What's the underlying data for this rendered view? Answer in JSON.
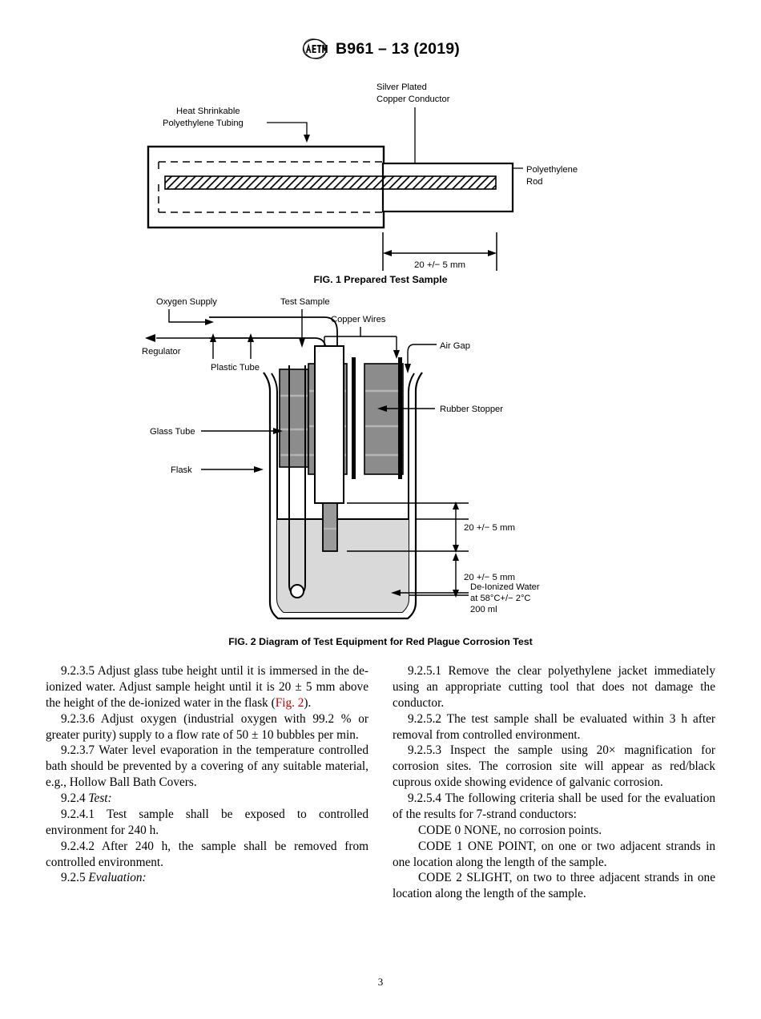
{
  "header": {
    "logo_icon": "astm-logo-icon",
    "title": "B961 – 13 (2019)"
  },
  "figure1": {
    "caption": "FIG. 1 Prepared Test Sample",
    "labels": {
      "tubing_line1": "Heat Shrinkable",
      "tubing_line2": "Polyethylene Tubing",
      "conductor_line1": "Silver Plated",
      "conductor_line2": "Copper Conductor",
      "rod_line1": "Polyethylene",
      "rod_line2": "Rod"
    },
    "dimension": "20 +/− 5 mm"
  },
  "figure2": {
    "caption": "FIG. 2 Diagram of Test Equipment for Red Plague Corrosion Test",
    "labels": {
      "oxygen_supply": "Oxygen Supply",
      "regulator": "Regulator",
      "plastic_tube": "Plastic Tube",
      "test_sample": "Test Sample",
      "copper_wires": "Copper Wires",
      "air_gap": "Air Gap",
      "rubber_stopper": "Rubber Stopper",
      "glass_tube": "Glass Tube",
      "flask": "Flask",
      "water_line1": "De-Ionized Water",
      "water_line2": "at 58°C+/− 2°C",
      "water_line3": "200 ml"
    },
    "dimension_upper": "20 +/− 5 mm",
    "dimension_lower": "20 +/− 5 mm"
  },
  "body": {
    "left_column": [
      {
        "id": "p-9-2-3-5",
        "parts": [
          {
            "text": "9.2.3.5  Adjust glass tube height until it is immersed in the de-ionized water. Adjust sample height until it is 20 ± 5 mm above the height of the de-ionized water in the flask ("
          },
          {
            "text": "Fig. 2",
            "style": "xref"
          },
          {
            "text": ")."
          }
        ]
      },
      {
        "id": "p-9-2-3-6",
        "parts": [
          {
            "text": "9.2.3.6  Adjust oxygen (industrial oxygen with 99.2 % or greater purity) supply to a flow rate of 50 ± 10 bubbles per min."
          }
        ]
      },
      {
        "id": "p-9-2-3-7",
        "parts": [
          {
            "text": "9.2.3.7  Water level evaporation in the temperature controlled bath should be prevented by a covering of any suitable material, e.g., Hollow Ball Bath Covers."
          }
        ]
      },
      {
        "id": "p-9-2-4",
        "parts": [
          {
            "text": "9.2.4  "
          },
          {
            "text": "Test:",
            "style": "italic"
          }
        ]
      },
      {
        "id": "p-9-2-4-1",
        "parts": [
          {
            "text": "9.2.4.1  Test sample shall be exposed to controlled environment for 240 h."
          }
        ]
      },
      {
        "id": "p-9-2-4-2",
        "parts": [
          {
            "text": "9.2.4.2  After 240 h, the sample shall be removed from controlled environment."
          }
        ]
      },
      {
        "id": "p-9-2-5",
        "parts": [
          {
            "text": "9.2.5  "
          },
          {
            "text": "Evaluation:",
            "style": "italic"
          }
        ]
      }
    ],
    "right_column": [
      {
        "id": "p-9-2-5-1",
        "parts": [
          {
            "text": "9.2.5.1  Remove the clear polyethylene jacket immediately using an appropriate cutting tool that does not damage the conductor."
          }
        ]
      },
      {
        "id": "p-9-2-5-2",
        "parts": [
          {
            "text": "9.2.5.2  The test sample shall be evaluated within 3 h after removal from controlled environment."
          }
        ]
      },
      {
        "id": "p-9-2-5-3",
        "parts": [
          {
            "text": "9.2.5.3  Inspect the sample using 20× magnification for corrosion sites. The corrosion site will appear as red/black cuprous oxide showing evidence of galvanic corrosion."
          }
        ]
      },
      {
        "id": "p-9-2-5-4",
        "parts": [
          {
            "text": "9.2.5.4  The following criteria shall be used for the evaluation of the results for 7-strand conductors:"
          }
        ]
      },
      {
        "id": "p-code-0",
        "hang": true,
        "parts": [
          {
            "text": "CODE 0 NONE, no corrosion points."
          }
        ]
      },
      {
        "id": "p-code-1",
        "hang": true,
        "parts": [
          {
            "text": "CODE 1 ONE POINT, on one or two adjacent strands in one location along the length of the sample."
          }
        ]
      },
      {
        "id": "p-code-2",
        "hang": true,
        "parts": [
          {
            "text": "CODE 2 SLIGHT, on two to three adjacent strands in one location along the length of the sample."
          }
        ]
      }
    ]
  },
  "footer": {
    "page_number": "3"
  },
  "colors": {
    "stroke": "#000000",
    "stopper_gray": "#8c8c8c",
    "water_gray": "#d9d9d9",
    "sample_gray": "#9a9a9a",
    "xref_red": "#c00000"
  }
}
